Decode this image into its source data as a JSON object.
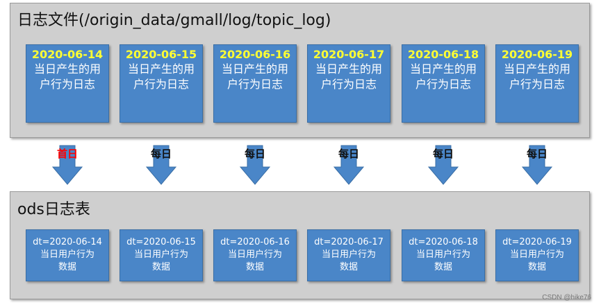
{
  "top_panel": {
    "title": "日志文件(/origin_data/gmall/log/topic_log)"
  },
  "log_boxes": [
    {
      "date": "2020-06-14",
      "desc": "当日产生的用户行为日志"
    },
    {
      "date": "2020-06-15",
      "desc": "当日产生的用户行为日志"
    },
    {
      "date": "2020-06-16",
      "desc": "当日产生的用户行为日志"
    },
    {
      "date": "2020-06-17",
      "desc": "当日产生的用户行为日志"
    },
    {
      "date": "2020-06-18",
      "desc": "当日产生的用户行为日志"
    },
    {
      "date": "2020-06-19",
      "desc": "当日产生的用户行为日志"
    }
  ],
  "arrows": [
    {
      "label": "首日",
      "color": "#ff0000"
    },
    {
      "label": "每日",
      "color": "#111111"
    },
    {
      "label": "每日",
      "color": "#111111"
    },
    {
      "label": "每日",
      "color": "#111111"
    },
    {
      "label": "每日",
      "color": "#111111"
    },
    {
      "label": "每日",
      "color": "#111111"
    }
  ],
  "bottom_panel": {
    "title": "ods日志表"
  },
  "ods_boxes": [
    {
      "dt": "dt=2020-06-14",
      "desc": "当日用户行为数据"
    },
    {
      "dt": "dt=2020-06-15",
      "desc": "当日用户行为数据"
    },
    {
      "dt": "dt=2020-06-16",
      "desc": "当日用户行为数据"
    },
    {
      "dt": "dt=2020-06-17",
      "desc": "当日用户行为数据"
    },
    {
      "dt": "dt=2020-06-18",
      "desc": "当日用户行为数据"
    },
    {
      "dt": "dt=2020-06-19",
      "desc": "当日用户行为数据"
    }
  ],
  "watermark": "CSDN @hike76",
  "colors": {
    "box_fill": "#4a86c8",
    "date_text": "#ffff33",
    "panel_fill": "#cfcfcf",
    "first_day_label": "#ff0000"
  }
}
